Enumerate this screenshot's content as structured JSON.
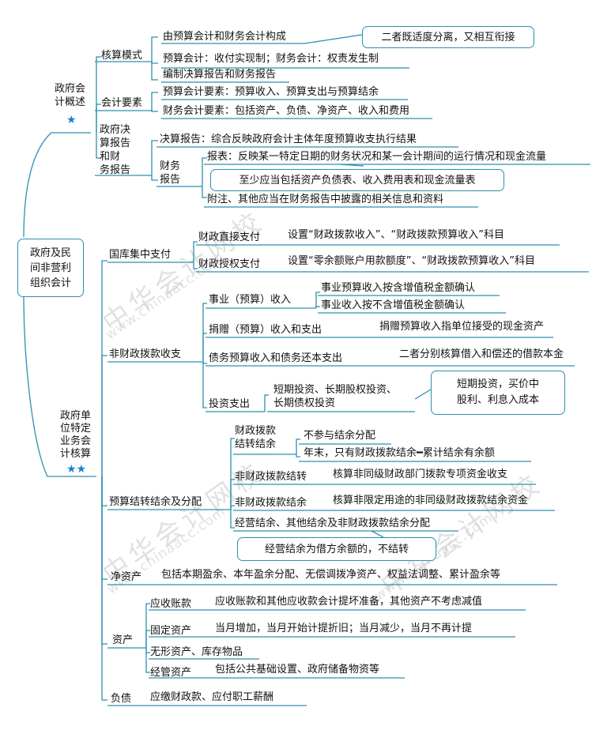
{
  "root": "政府及民\n间非营利\n组织会计",
  "watermark": {
    "brand": "中华会计网校",
    "url": "www.chinaacc.com"
  },
  "colors": {
    "line": "#2e8fb0",
    "star": "#1a7fd0"
  },
  "sections": {
    "overview": {
      "title": "政府会\n计概述",
      "stars": "★",
      "model": {
        "label": "核算模式",
        "item1": "由预算会计和财务会计构成",
        "note1": "二者既适度分离，又相互衔接",
        "item2": "预算会计：收付实现制；财务会计：权责发生制",
        "item3": "编制决算报告和财务报告"
      },
      "elements": {
        "label": "会计要素",
        "item1": "预算会计要素：预算收入、预算支出与预算结余",
        "item2": "财务会计要素：包括资产、负债、净资产、收入和费用"
      },
      "reports": {
        "label": "政府决\n算报告\n和财\n务报告",
        "item1": "决算报告：综合反映政府会计主体年度预算收支执行结果",
        "fin_label": "财务\n报告",
        "fin1": "报表：反映某一特定日期的财务状况和某一会计期间的运行情况和现金流量",
        "fin1_note": "至少应当包括资产负债表、收入费用表和现金流量表",
        "fin2": "附注、其他应当在财务报告中披露的相关信息和资料"
      }
    },
    "special": {
      "title": "政府单\n位特定\n业务会\n计核算",
      "stars": "★★",
      "treasury": {
        "label": "国库集中支付",
        "direct": "财政直接支付",
        "direct_note": "设置“财政拨款收入”、“财政拨款预算收入”科目",
        "auth": "财政授权支付",
        "auth_note": "设置“零余额账户用款额度”、“财政拨款预算收入”科目"
      },
      "nonfiscal": {
        "label": "非财政拨款收支",
        "biz": "事业（预算）收入",
        "biz1": "事业预算收入按含增值税金额确认",
        "biz2": "事业收入按不含增值税金额确认",
        "donation": "捐赠（预算）收入和支出",
        "donation_note": "捐赠预算收入指单位接受的现金资产",
        "debt": "债务预算收入和债务还本支出",
        "debt_note": "二者分别核算借入和偿还的借款本金",
        "invest": "投资支出",
        "invest_items": "短期投资、长期股权投资、\n长期债权投资",
        "invest_note": "短期投资，买价中\n股利、利息入成本"
      },
      "surplus": {
        "label": "预算结转结余及分配",
        "fiscal": "财政拨款\n结转结余",
        "fiscal1": "不参与结余分配",
        "fiscal2": "年末，只有财政拨款结余━累计结余有余额",
        "nf_carry": "非财政拨款结转",
        "nf_carry_note": "核算非同级财政部门拨款专项资金收支",
        "nf_surplus": "非财政拨款结余",
        "nf_surplus_note": "核算非限定用途的非同级财政拨款结余资金",
        "op": "经营结余、其他结余及非财政拨款结余分配",
        "op_note": "经营结余为借方余额的，不结转"
      },
      "net_assets": {
        "label": "净资产",
        "note": "包括本期盈余、本年盈余分配、无偿调拨净资产、权益法调整、累计盈余等"
      },
      "assets": {
        "label": "资产",
        "recv": "应收账款",
        "recv_note": "应收账款和其他应收款会计提坏准备，其他资产不考虑减值",
        "fixed": "固定资产",
        "fixed_note": "当月增加，当月开始计提折旧；当月减少，当月不再计提",
        "intangible": "无形资产、库存物品",
        "mgmt": "经管资产",
        "mgmt_note": "包括公共基础设置、政府储备物资等"
      },
      "liabilities": {
        "label": "负债",
        "note": "应缴财政款、应付职工薪酬"
      }
    }
  }
}
